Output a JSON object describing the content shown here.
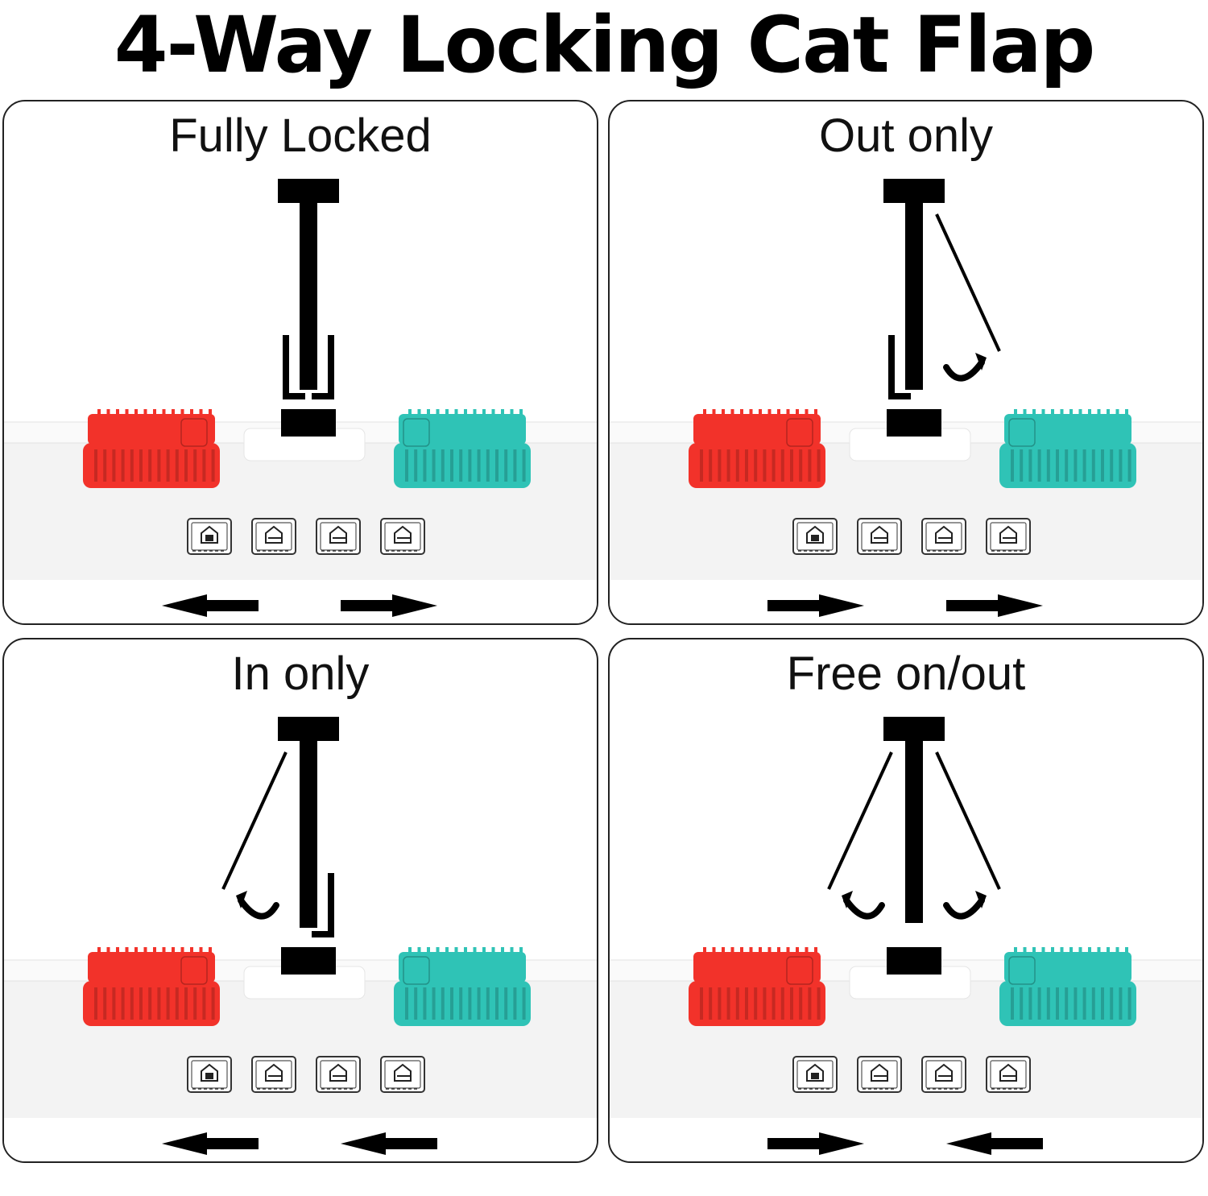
{
  "title": "4-Way Locking Cat Flap",
  "colors": {
    "red_slider": "#f2322a",
    "teal_slider": "#2fc3b6",
    "flap": "#000000",
    "housing": "#f1f1f1",
    "border": "#222222"
  },
  "icons": [
    "lock-icon",
    "exit-icon",
    "enter-icon",
    "two-way-icon"
  ],
  "panels": [
    {
      "label": "Fully Locked",
      "mode": "fully-locked",
      "arrows": [
        "left",
        "right"
      ]
    },
    {
      "label": "Out only",
      "mode": "out-only",
      "arrows": [
        "right",
        "right"
      ]
    },
    {
      "label": "In only",
      "mode": "in-only",
      "arrows": [
        "left",
        "left"
      ]
    },
    {
      "label": "Free on/out",
      "mode": "free",
      "arrows": [
        "right",
        "left"
      ]
    }
  ]
}
